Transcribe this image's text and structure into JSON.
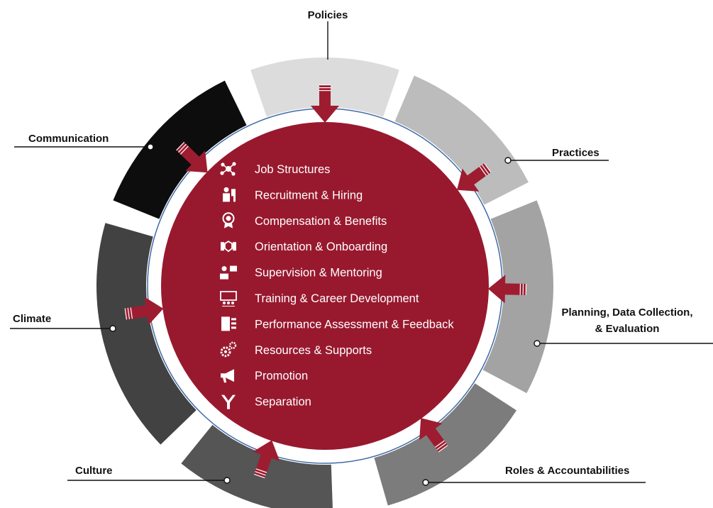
{
  "outer_labels": [
    {
      "id": "policies",
      "text": "Policies"
    },
    {
      "id": "practices",
      "text": "Practices"
    },
    {
      "id": "planning",
      "lines": [
        "Planning, Data Collection,",
        "& Evaluation"
      ]
    },
    {
      "id": "roles",
      "text": "Roles & Accountabilities"
    },
    {
      "id": "culture",
      "text": "Culture"
    },
    {
      "id": "climate",
      "text": "Climate"
    },
    {
      "id": "communication",
      "text": "Communication"
    }
  ],
  "center_items": [
    {
      "label": "Job Structures",
      "icon": "network-nodes-icon"
    },
    {
      "label": "Recruitment & Hiring",
      "icon": "person-hiring-icon"
    },
    {
      "label": "Compensation & Benefits",
      "icon": "award-medal-icon"
    },
    {
      "label": "Orientation & Onboarding",
      "icon": "handshake-icon"
    },
    {
      "label": "Supervision & Mentoring",
      "icon": "mentor-presentation-icon"
    },
    {
      "label": "Training & Career Development",
      "icon": "training-board-icon"
    },
    {
      "label": "Performance Assessment & Feedback",
      "icon": "performance-report-icon"
    },
    {
      "label": "Resources & Supports",
      "icon": "gears-icon"
    },
    {
      "label": "Promotion",
      "icon": "megaphone-icon"
    },
    {
      "label": "Separation",
      "icon": "split-arrow-icon"
    }
  ],
  "colors": {
    "center": "#98192e",
    "arrow": "#9e1c30",
    "segments": [
      "#dcdcdc",
      "#bcbcbc",
      "#a3a3a3",
      "#7c7c7c",
      "#555555",
      "#424242",
      "#0d0d0d"
    ]
  }
}
